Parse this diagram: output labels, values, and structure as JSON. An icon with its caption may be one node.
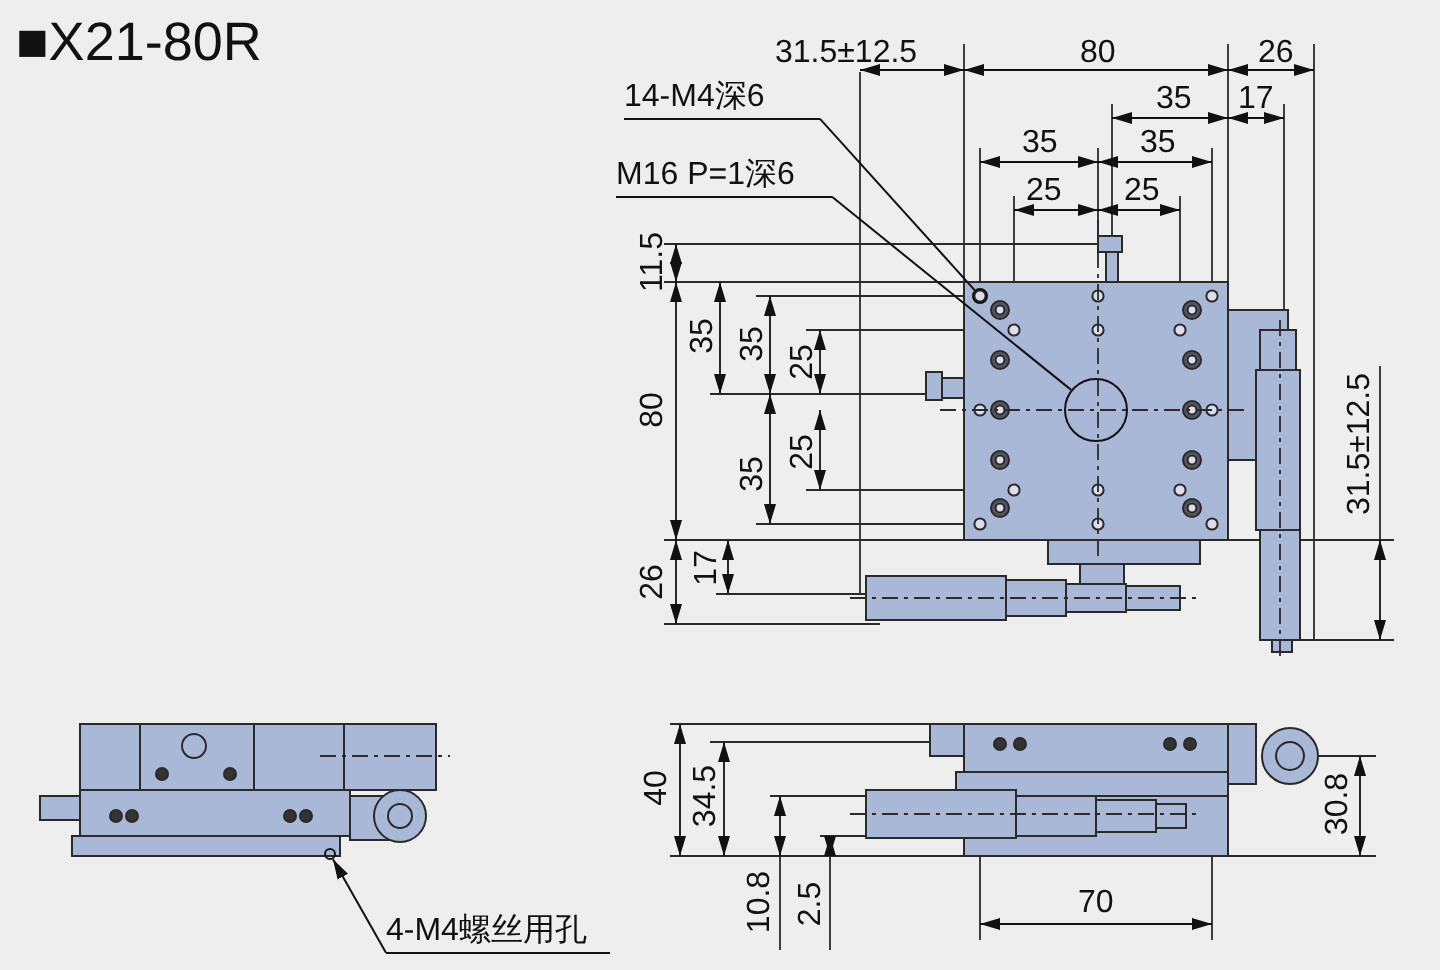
{
  "diagram": {
    "title": "■X21-80R",
    "nodes": [
      {
        "text": [
          "14-M4深6"
        ]
      },
      {
        "text": [],
        "shape": "circle"
      },
      {
        "text": [
          "M16 P=1深6"
        ]
      },
      {
        "text": [],
        "shape": "circle"
      },
      {
        "text": [
          "4-M4螺丝用孔"
        ]
      },
      {
        "text": [],
        "shape": "circle"
      }
    ],
    "edges": [
      {
        "from": 0,
        "to": 1,
        "arrow": "none"
      },
      {
        "from": 2,
        "to": 3,
        "arrow": "none"
      },
      {
        "from": 4,
        "to": 5,
        "arrow": "to"
      }
    ],
    "labels": [
      "31.5±12.5",
      "80",
      "26",
      "35",
      "17",
      "35",
      "35",
      "25",
      "25",
      "11.5",
      "35",
      "35",
      "25",
      "80",
      "25",
      "35",
      "31.5±12.5",
      "26",
      "17",
      "40",
      "34.5",
      "30.8",
      "70",
      "10.8",
      "2.5"
    ]
  }
}
